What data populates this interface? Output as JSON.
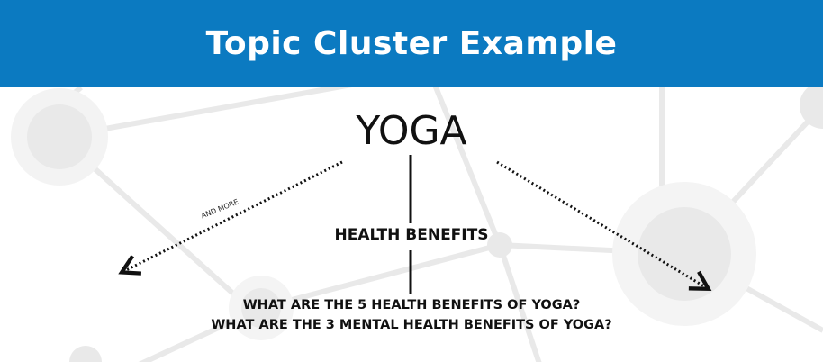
{
  "header": {
    "title": "Topic Cluster Example"
  },
  "diagram": {
    "topic": "YOGA",
    "subtopic": "HEALTH BENEFITS",
    "questions": [
      "WHAT ARE THE 5 HEALTH BENEFITS OF YOGA?",
      "WHAT ARE THE 3 MENTAL HEALTH BENEFITS OF YOGA?"
    ],
    "branch_label": "AND MORE"
  },
  "colors": {
    "header_bg": "#0b7ac1",
    "header_text": "#ffffff",
    "network": "#e9e9e9",
    "ink": "#111111"
  }
}
